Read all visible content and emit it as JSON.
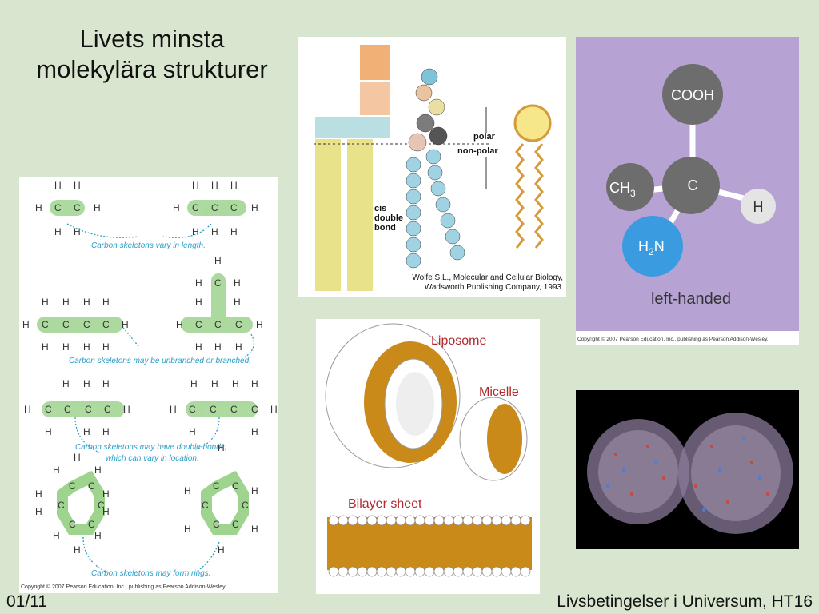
{
  "slide": {
    "title_line1": "Livets minsta",
    "title_line2": "molekylära strukturer",
    "slide_number": "01/11",
    "course": "Livsbetingelser i Universum, HT16"
  },
  "carbon_panel": {
    "caption1": "Carbon skeletons vary in length.",
    "caption2": "Carbon skeletons may be unbranched or branched.",
    "caption3a": "Carbon skeletons may have double bonds,",
    "caption3b": "which can vary in location.",
    "caption4": "Carbon skeletons may form rings.",
    "copyright": "Copyright © 2007 Pearson Education, Inc., publishing as Pearson Addison-Wesley."
  },
  "lipid_panel": {
    "polar": "polar",
    "non_polar": "non-polar",
    "cis": "cis",
    "double": "double",
    "bond": "bond",
    "credit1": "Wolfe S.L., Molecular and Cellular Biology,",
    "credit2": "Wadsworth Publishing Company, 1993"
  },
  "chiral_panel": {
    "cooh": "COOH",
    "ch3": "CH",
    "ch3_sub": "3",
    "c": "C",
    "h": "H",
    "h2n_h": "H",
    "h2n_sub": "2",
    "h2n_n": "N",
    "label": "left-handed",
    "copyright": "Copyright © 2007 Pearson Education, Inc., publishing as Pearson Addison-Wesley.",
    "colors": {
      "background": "#b7a3d3",
      "gray": "#6d6d6d",
      "blue": "#3b9be0"
    }
  },
  "membrane_panel": {
    "liposome": "Liposome",
    "micelle": "Micelle",
    "bilayer": "Bilayer sheet",
    "colors": {
      "label": "#b3282d",
      "tail": "#c98a1a"
    }
  }
}
